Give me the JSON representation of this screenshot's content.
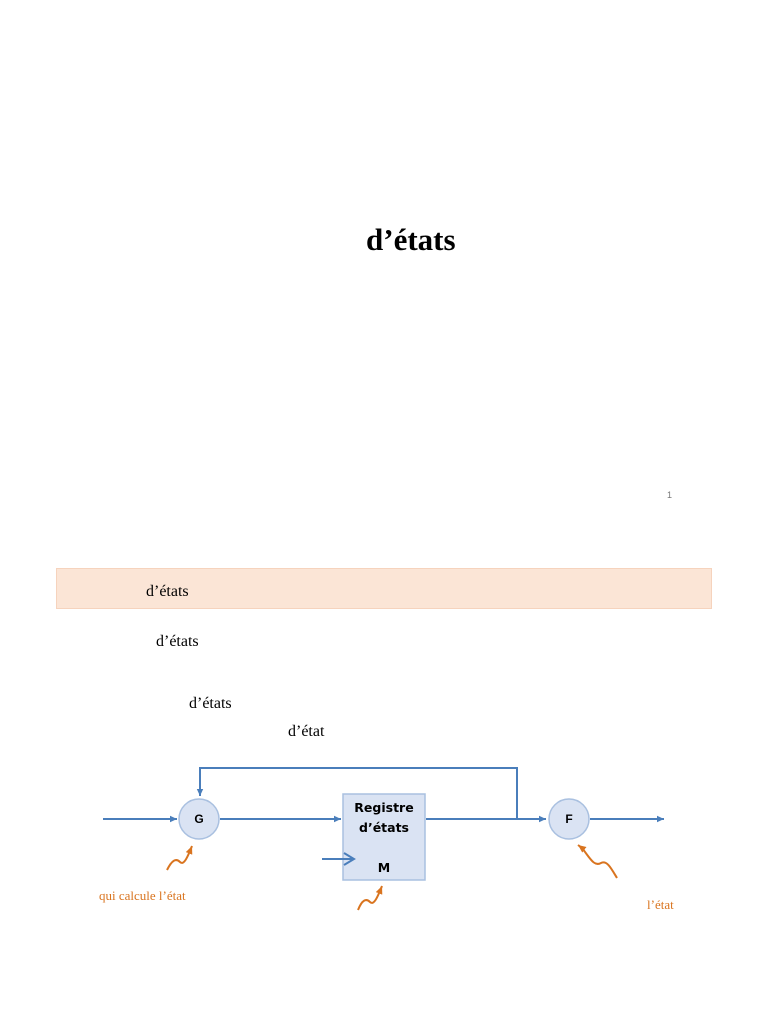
{
  "slide": {
    "title": "d’états",
    "page_number": "1"
  },
  "band": {
    "text": "d’états"
  },
  "lines": [
    "d’états",
    "d’états",
    "d’état"
  ],
  "diagram": {
    "node_g": "G",
    "node_f": "F",
    "register_line1": "Registre",
    "register_line2": "d’états",
    "register_m": "M",
    "annotation_g": "qui calcule l’état",
    "annotation_f": "l’état"
  },
  "colors": {
    "arrow": "#4a7ebb",
    "node_fill": "#dae3f3",
    "node_stroke": "#a9c0e0",
    "annotation": "#d9741f",
    "band": "#fbe5d6"
  }
}
